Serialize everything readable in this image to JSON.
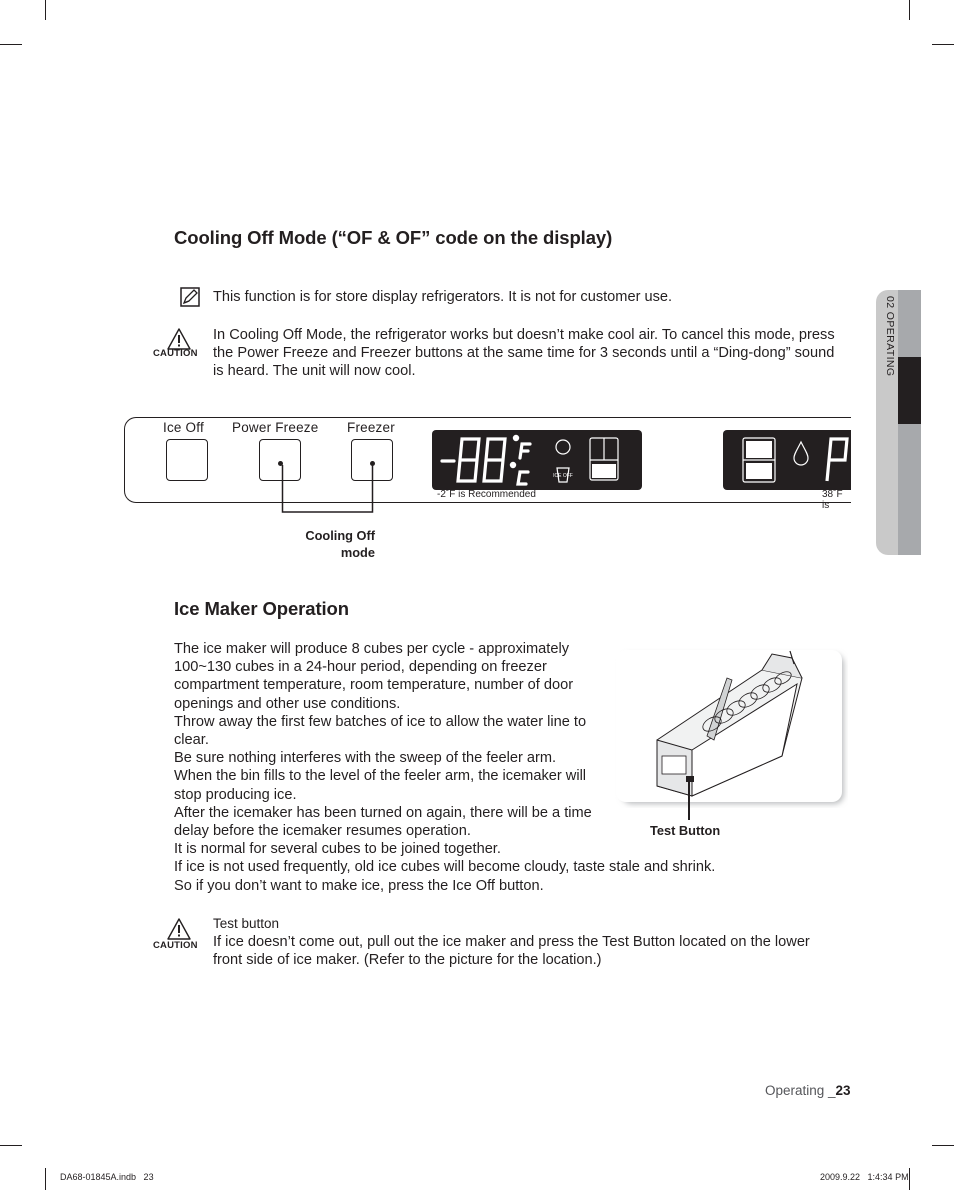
{
  "side_tab": {
    "label": "02 OPERATING"
  },
  "cooling_off": {
    "heading": "Cooling Off Mode (“OF & OF” code on the display)",
    "note_icon": "note-icon",
    "note_text": "This function is for store display refrigerators. It is not for customer use.",
    "caution_label": "CAUTION",
    "caution_lines": [
      "In Cooling Off Mode, the refrigerator works but doesn’t make cool air. To cancel this mode, press",
      "the Power Freeze and Freezer buttons at the same time for 3 seconds until a “Ding-dong” sound",
      "is heard. The unit will now cool."
    ]
  },
  "panel": {
    "buttons": [
      "Ice Off",
      "Power Freeze",
      "Freezer"
    ],
    "freezer_recommended": "-2˚F is Recommended",
    "fridge_recommended": "38˚F is",
    "ice_off_icon_text": "ICE OFF",
    "callout_line1": "Cooling Off",
    "callout_line2": "mode"
  },
  "ice_maker": {
    "heading": "Ice Maker Operation",
    "lines": [
      "The ice maker will produce 8 cubes per cycle - approximately",
      "100~130 cubes in a 24-hour period, depending on freezer",
      "compartment temperature, room temperature, number of door",
      "openings and other use conditions.",
      "Throw away the first few batches of ice to allow the water line to",
      "clear.",
      "Be sure nothing interferes with the sweep of the feeler arm.",
      "When the bin fills to the level of the feeler arm, the icemaker will",
      "stop producing ice.",
      "After the icemaker has been turned on again, there will be a time",
      "delay before the icemaker resumes operation.",
      "It is normal for several cubes to be joined together.",
      "If ice is not used frequently, old ice cubes will become cloudy, taste stale and shrink.",
      "So if you don’t want to make ice, press the Ice Off button."
    ],
    "test_button_label": "Test Button",
    "caution_label": "CAUTION",
    "caution_title": "Test button",
    "caution_lines": [
      "If ice doesn’t come out, pull out the ice maker and press the Test Button located on the lower",
      "front side of ice maker. (Refer to the picture for the location.)"
    ]
  },
  "page_number": {
    "prefix": "Operating _",
    "number": "23"
  },
  "footer": {
    "left": "DA68-01845A.indb   23",
    "right": "2009.9.22   1:4:34 PM"
  }
}
